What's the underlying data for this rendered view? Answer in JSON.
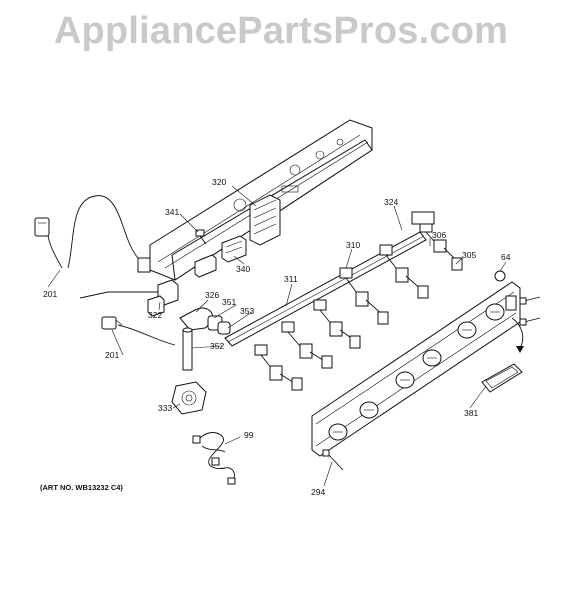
{
  "watermark": "AppliancePartsPros.com",
  "art_number": "(ART NO. WB13232 C4)",
  "callouts": {
    "c320": "320",
    "c341": "341",
    "c340": "340",
    "c324": "324",
    "c310": "310",
    "c306": "306",
    "c305": "305",
    "c64": "64",
    "c311": "311",
    "c201a": "201",
    "c322": "322",
    "c326": "326",
    "c351": "351",
    "c353": "353",
    "c201b": "201",
    "c352": "352",
    "c333": "333",
    "c99": "99",
    "c381": "381",
    "c294": "294"
  }
}
